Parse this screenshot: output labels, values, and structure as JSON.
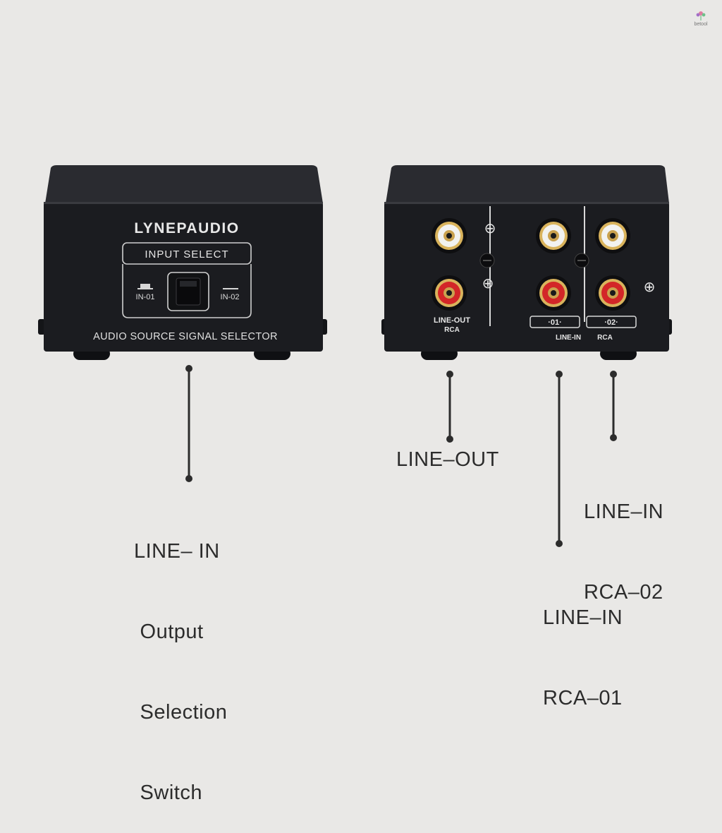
{
  "watermark": {
    "text": "betool"
  },
  "front_device": {
    "brand": "LYNEPAUDIO",
    "panel_title": "INPUT SELECT",
    "in1_label": "IN-01",
    "in2_label": "IN-02",
    "subtitle": "AUDIO SOURCE SIGNAL SELECTOR"
  },
  "rear_device": {
    "minus_symbol": "⊖",
    "plus_symbol": "⊕",
    "lineout_label": "LINE-OUT",
    "lineout_sub": "RCA",
    "badge_01": "·01·",
    "badge_02": "·02·",
    "linein_label": "LINE-IN",
    "linein_sub": "RCA"
  },
  "callouts": {
    "switch": {
      "lines": [
        "LINE– IN",
        " Output",
        " Selection",
        " Switch"
      ]
    },
    "lineout": {
      "text": "LINE–OUT"
    },
    "rca02": {
      "lines": [
        "LINE–IN",
        "RCA–02"
      ]
    },
    "rca01": {
      "lines": [
        "LINE–IN",
        "RCA–01"
      ]
    }
  },
  "colors": {
    "background": "#e9e8e6",
    "device": "#1b1c20",
    "rca_red": "#d32628",
    "gold": "#d9b35c"
  }
}
